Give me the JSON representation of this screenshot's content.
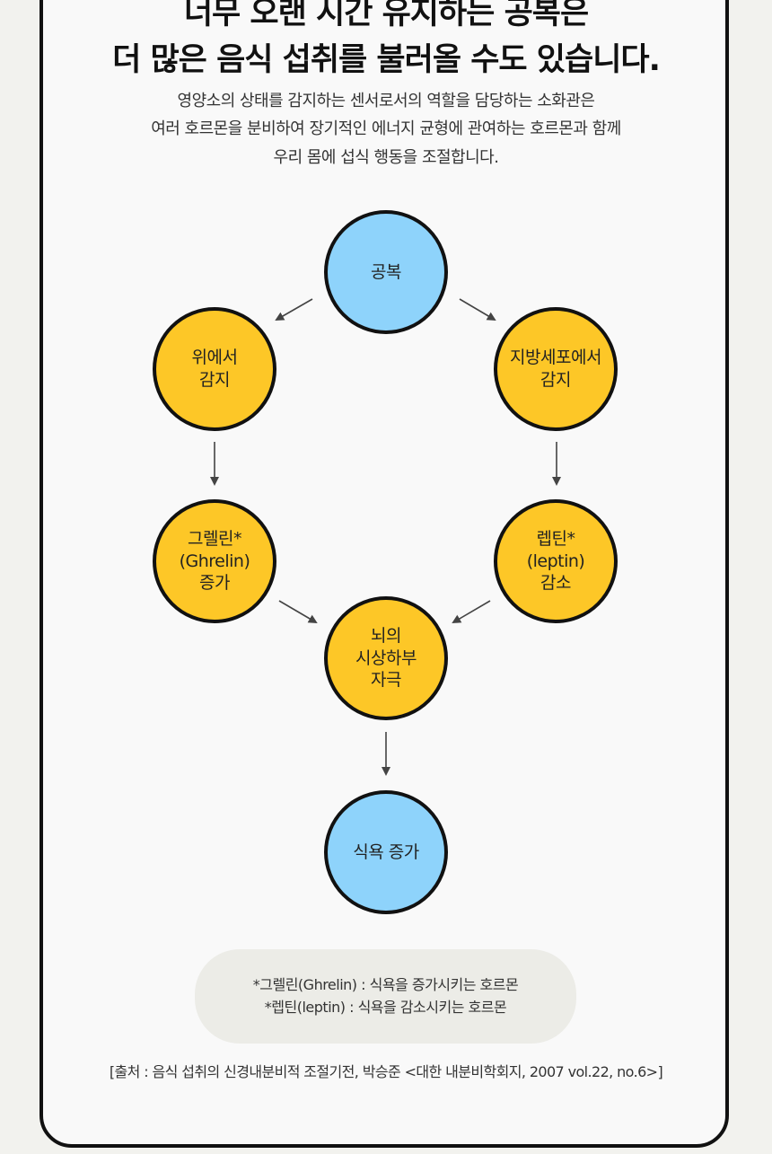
{
  "header": {
    "title_line1": "너무 오랜 시간 유지하는 공복은",
    "title_line2": "더 많은 음식 섭취를 불러올 수도 있습니다.",
    "subtitle_line1": "영양소의 상태를 감지하는 센서로서의 역할을 담당하는 소화관은",
    "subtitle_line2": "여러 호르몬을 분비하여 장기적인 에너지 균형에 관여하는 호르몬과 함께",
    "subtitle_line3": "우리 몸에 섭식 행동을 조절합니다."
  },
  "diagram": {
    "fasting": {
      "line1": "공복"
    },
    "stomach": {
      "line1": "위에서",
      "line2": "감지"
    },
    "fat": {
      "line1": "지방세포에서",
      "line2": "감지"
    },
    "ghrelin": {
      "line1": "그렐린*",
      "line2": "(Ghrelin)",
      "line3": "증가"
    },
    "leptin": {
      "line1": "렙틴*",
      "line2": "(leptin)",
      "line3": "감소"
    },
    "hypothalamus": {
      "line1": "뇌의",
      "line2": "시상하부",
      "line3": "자극"
    },
    "appetite": {
      "line1": "식욕 증가"
    }
  },
  "notes": {
    "ghrelin": "*그렐린(Ghrelin) : 식욕을 증가시키는 호르몬",
    "leptin": "*렙틴(leptin) : 식욕을 감소시키는 호르몬"
  },
  "source": "[출처 : 음식 섭취의 신경내분비적 조절기전, 박승준 <대한 내분비학회지, 2007 vol.22, no.6>]",
  "colors": {
    "blue_node": "#8ed3fb",
    "yellow_node": "#fdc727",
    "outline": "#111111",
    "arrow": "#444444"
  }
}
